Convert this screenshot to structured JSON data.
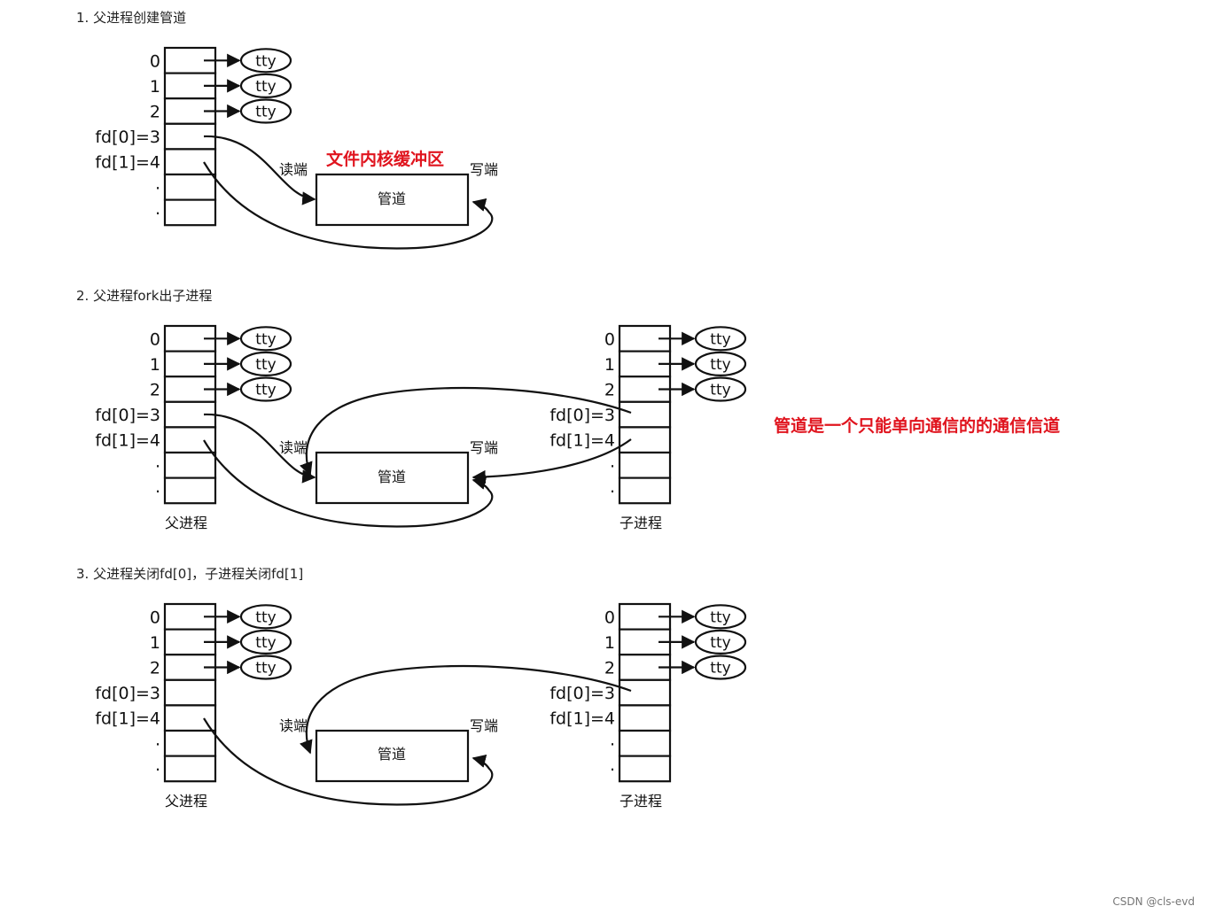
{
  "steps": [
    {
      "title": "1. 父进程创建管道"
    },
    {
      "title": "2. 父进程fork出子进程"
    },
    {
      "title": "3. 父进程关闭fd[0]，子进程关闭fd[1]"
    }
  ],
  "fd_labels": [
    "0",
    "1",
    "2",
    "fd[0]=3",
    "fd[1]=4",
    ".",
    "."
  ],
  "tty_label": "tty",
  "pipe": {
    "label": "管道",
    "read_end": "读端",
    "write_end": "写端"
  },
  "processes": {
    "parent": "父进程",
    "child": "子进程"
  },
  "annotations": {
    "kernel_buffer": "文件内核缓冲区",
    "one_way_note": "管道是一个只能单向通信的的通信信道"
  },
  "watermark": "CSDN @cls-evd",
  "colors": {
    "annotation_red": "#e0141e",
    "stroke": "#111111"
  }
}
